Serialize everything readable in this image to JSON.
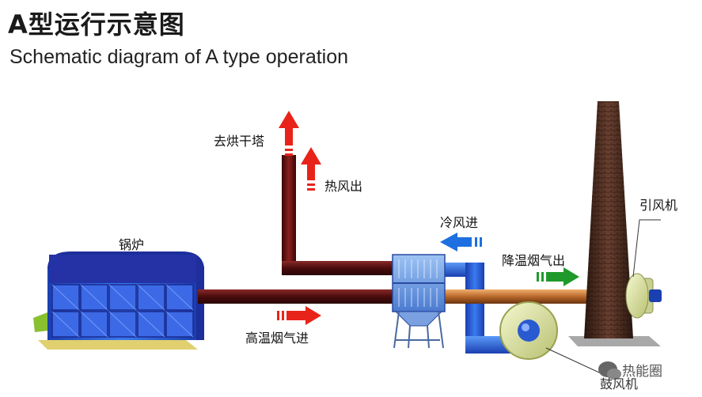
{
  "title": {
    "cn": "A型运行示意图",
    "en": "Schematic diagram of A type operation"
  },
  "labels": {
    "to_dry_tower": "去烘干塔",
    "hot_air_out": "热风出",
    "cold_air_in": "冷风进",
    "cooled_flue_gas_out": "降温烟气出",
    "induced_fan": "引风机",
    "boiler": "锅炉",
    "hot_flue_gas_in": "高温烟气进",
    "blower": "鼓风机"
  },
  "watermark": "热能圈",
  "colors": {
    "flue_pipe": "#5a1010",
    "hot_air_pipe": "#7a1414",
    "cold_air_duct": "#1f5fd6",
    "outlet_pipe": "#c07a3a",
    "boiler_body": "#2b3fbf",
    "chimney": "#4a2a20",
    "arrow_red": "#e8241a",
    "arrow_blue": "#1e6fe0",
    "arrow_green": "#1f9a2a"
  }
}
